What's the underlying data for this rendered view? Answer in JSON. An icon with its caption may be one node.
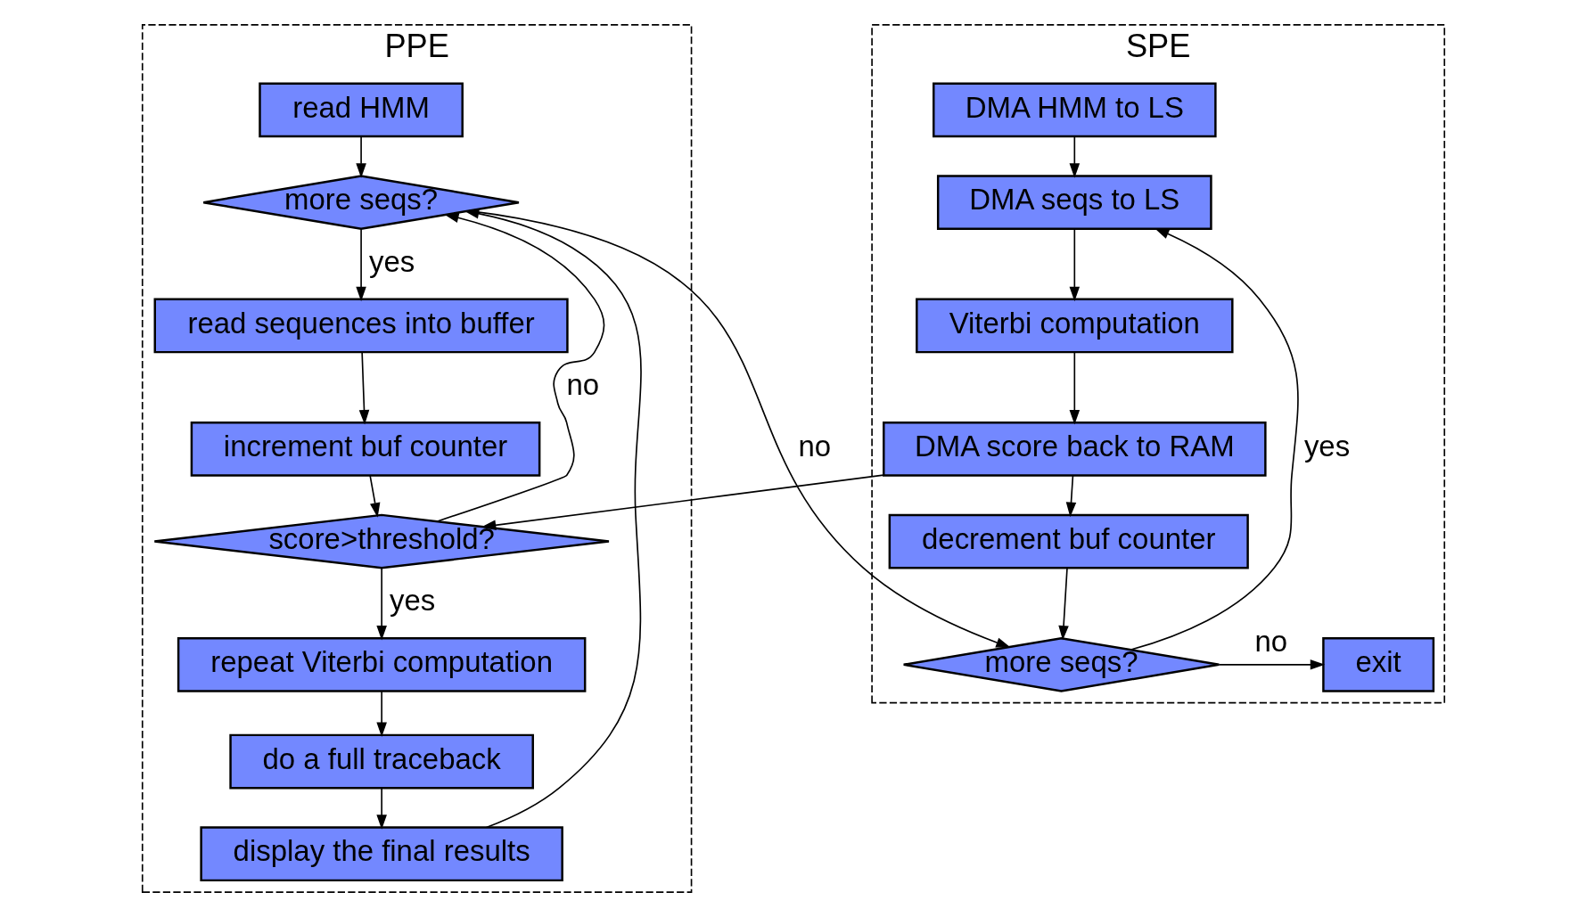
{
  "diagram": {
    "nodes": [
      {
        "text": [
          "PPE"
        ]
      },
      {
        "text": [
          "read HMM"
        ],
        "in": 0
      },
      {
        "text": [
          "more seqs?"
        ],
        "in": 0
      },
      {
        "text": [
          "read sequences into buffer"
        ],
        "in": 0
      },
      {
        "text": [
          "increment buf counter"
        ],
        "in": 0
      },
      {
        "text": [
          "score>threshold?"
        ],
        "in": 0
      },
      {
        "text": [
          "repeat Viterbi computation"
        ],
        "in": 0
      },
      {
        "text": [
          "do a full traceback"
        ],
        "in": 0
      },
      {
        "text": [
          "display the final results"
        ],
        "in": 0
      },
      {
        "text": [
          "SPE"
        ]
      },
      {
        "text": [
          "DMA HMM to LS"
        ],
        "in": 9
      },
      {
        "text": [
          "DMA seqs to LS"
        ],
        "in": 9
      },
      {
        "text": [
          "Viterbi computation"
        ],
        "in": 9
      },
      {
        "text": [
          "DMA score back to RAM"
        ],
        "in": 9
      },
      {
        "text": [
          "decrement buf counter"
        ],
        "in": 9
      },
      {
        "text": [
          "more seqs?"
        ],
        "in": 9
      },
      {
        "text": [
          "exit"
        ],
        "in": 9
      }
    ],
    "edges": [
      {
        "from": 1,
        "to": 2,
        "arrow": "to"
      },
      {
        "from": 2,
        "to": 3,
        "arrow": "to",
        "label": "yes"
      },
      {
        "from": 3,
        "to": 4,
        "arrow": "to"
      },
      {
        "from": 4,
        "to": 5,
        "arrow": "to"
      },
      {
        "from": 5,
        "to": 6,
        "arrow": "to",
        "label": "yes"
      },
      {
        "from": 6,
        "to": 7,
        "arrow": "to"
      },
      {
        "from": 7,
        "to": 8,
        "arrow": "to"
      },
      {
        "from": 8,
        "to": 2,
        "arrow": "to"
      },
      {
        "from": 5,
        "to": 2,
        "arrow": "to",
        "label": "no"
      },
      {
        "from": 2,
        "to": 15,
        "arrow": "to",
        "label": "no"
      },
      {
        "from": 10,
        "to": 11,
        "arrow": "to"
      },
      {
        "from": 11,
        "to": 12,
        "arrow": "to"
      },
      {
        "from": 12,
        "to": 13,
        "arrow": "to"
      },
      {
        "from": 13,
        "to": 14,
        "arrow": "to"
      },
      {
        "from": 14,
        "to": 15,
        "arrow": "to"
      },
      {
        "from": 13,
        "to": 5,
        "arrow": "to"
      },
      {
        "from": 15,
        "to": 16,
        "arrow": "to",
        "label": "no"
      },
      {
        "from": 15,
        "to": 11,
        "arrow": "to",
        "label": "yes"
      }
    ]
  }
}
